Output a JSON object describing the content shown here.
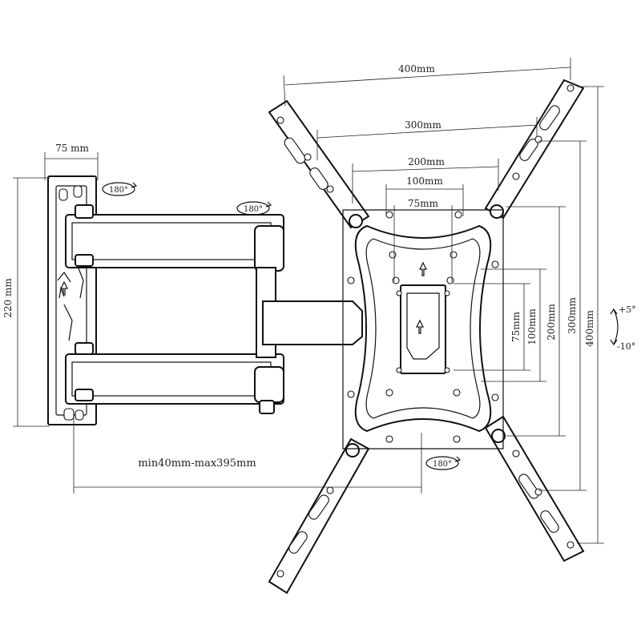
{
  "diagram": {
    "dimensions": {
      "wall_plate_width": "75 mm",
      "wall_plate_height": "220 mm",
      "reach": "min40mm-max395mm",
      "h400": "400mm",
      "h300": "300mm",
      "h200": "200mm",
      "h100": "100mm",
      "h75": "75mm",
      "v75": "75mm",
      "v100": "100mm",
      "v200": "200mm",
      "v300": "300mm",
      "v400": "400mm"
    },
    "rotation": {
      "swivel_wall": "180°",
      "swivel_arm": "180°",
      "swivel_head": "180°"
    },
    "tilt": {
      "up": "+5°",
      "down": "-10°"
    }
  }
}
